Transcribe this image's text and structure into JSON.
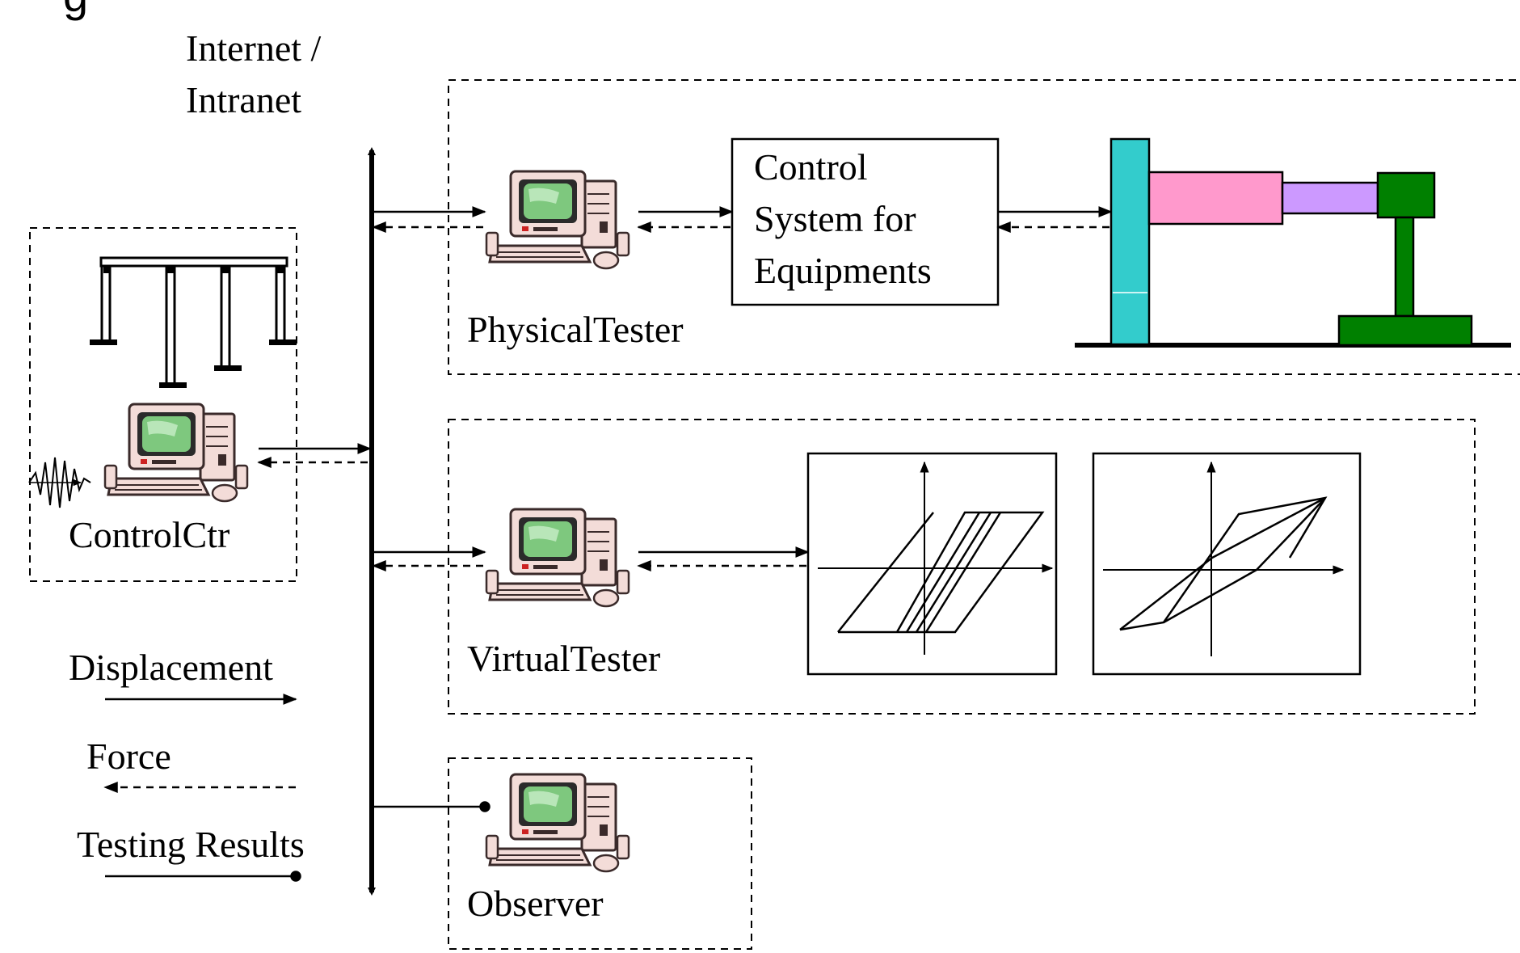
{
  "header_fragment": "g",
  "network": {
    "label_line1": "Internet /",
    "label_line2": "Intranet"
  },
  "control_center": {
    "label": "ControlCtr"
  },
  "physical_tester": {
    "label": "PhysicalTester"
  },
  "control_system": {
    "line1": "Control",
    "line2": "System for",
    "line3": "Equipments"
  },
  "virtual_tester": {
    "label": "VirtualTester"
  },
  "observer": {
    "label": "Observer"
  },
  "legend": {
    "displacement": "Displacement",
    "force": "Force",
    "results": "Testing Results"
  },
  "colors": {
    "column": "#33cccc",
    "actuator": "#ff99cc",
    "rod": "#cc99ff",
    "specimen": "#008000",
    "screen": "#7ec87e",
    "computer_body": "#f3dcd8"
  }
}
